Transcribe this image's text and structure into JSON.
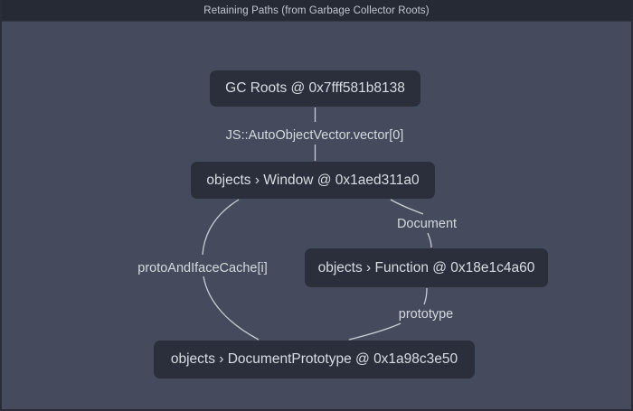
{
  "titlebar": {
    "title": "Retaining Paths (from Garbage Collector Roots)"
  },
  "colors": {
    "panel_background": "#454b5c",
    "titlebar_background": "#262a35",
    "node_background": "#2b2f3c",
    "node_text": "#d9dce3",
    "edge_stroke": "#c8ccd5",
    "title_text": "#c3c8d4",
    "panel_border": "#2a2d38"
  },
  "graph": {
    "nodes": [
      {
        "id": "gcroots",
        "label": "GC Roots @ 0x7fff581b8138"
      },
      {
        "id": "window",
        "label": "objects › Window @ 0x1aed311a0"
      },
      {
        "id": "function",
        "label": "objects › Function @ 0x18e1c4a60"
      },
      {
        "id": "documentprototype",
        "label": "objects › DocumentPrototype @ 0x1a98c3e50"
      }
    ],
    "edges": [
      {
        "id": "vector",
        "from": "gcroots",
        "to": "window",
        "label": "JS::AutoObjectVector.vector[0]"
      },
      {
        "id": "document",
        "from": "window",
        "to": "function",
        "label": "Document"
      },
      {
        "id": "proto",
        "from": "window",
        "to": "documentprototype",
        "label": "protoAndIfaceCache[i]"
      },
      {
        "id": "prototype",
        "from": "function",
        "to": "documentprototype",
        "label": "prototype"
      }
    ]
  }
}
